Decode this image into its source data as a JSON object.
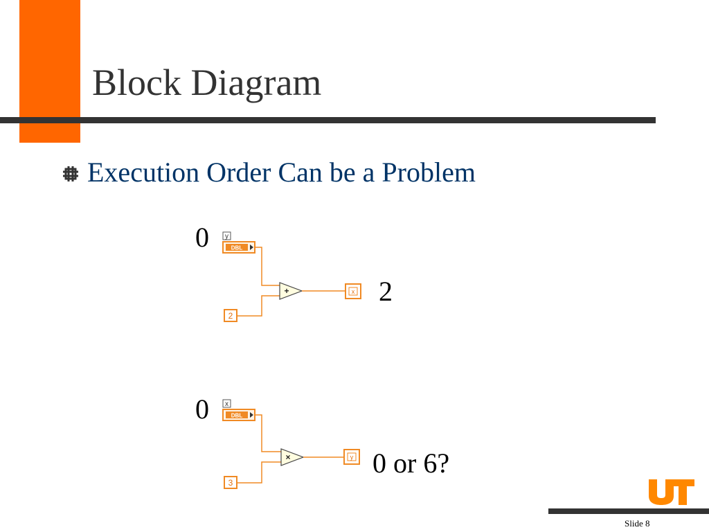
{
  "slide": {
    "title": "Block Diagram",
    "bullet": "Execution Order Can be a Problem",
    "slide_number": "Slide 8"
  },
  "colors": {
    "accent_orange": "#ff6600",
    "rule_dark": "#333333",
    "bullet_text": "#003366",
    "wire_orange": "#f08a24"
  },
  "diagram_top": {
    "input_value": "0",
    "variable_label": "y",
    "type_tag": "DBL",
    "constant": "2",
    "operator": "+",
    "output_indicator": "x",
    "result": "2"
  },
  "diagram_bottom": {
    "input_value": "0",
    "variable_label": "x",
    "type_tag": "DBL",
    "constant": "3",
    "operator": "×",
    "output_indicator": "y",
    "result": "0 or 6?"
  },
  "icons": {
    "bullet": "square-grid-bullet-icon",
    "logo": "ut-logo-icon"
  }
}
